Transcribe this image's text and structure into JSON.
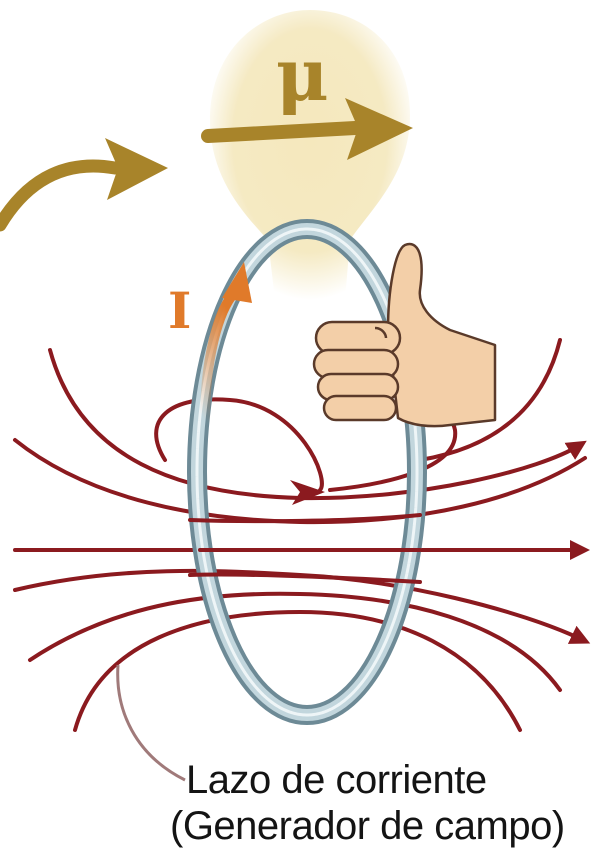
{
  "symbols": {
    "magnetic_moment": "μ",
    "current": "I"
  },
  "caption": {
    "line1": "Lazo de corriente",
    "line2": "(Generador de campo)"
  },
  "colors": {
    "field_lines": "#8b1a1f",
    "moment_arrow": "#a8842a",
    "current_arrow": "#e07a2a",
    "loop_ring": "#a9c2cc",
    "glow": "#f3e6b8",
    "skin": "#f3cfa8"
  },
  "icons": [
    "thumb-up-hand-icon",
    "curved-rotation-arrow-icon"
  ]
}
